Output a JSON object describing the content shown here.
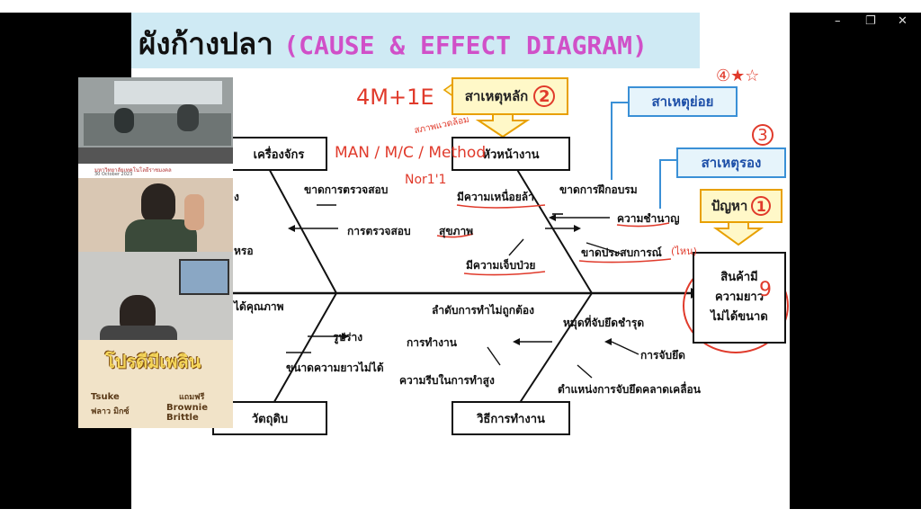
{
  "window": {
    "controls": [
      "–",
      "❐",
      "✕"
    ]
  },
  "slide": {
    "title_thai": "ผังก้างปลา",
    "title_en": "(CAUSE & EFFECT DIAGRAM)"
  },
  "callouts": {
    "main_cause": {
      "label": "สาเหตุหลัก",
      "number": "2"
    },
    "sub_cause": {
      "label": "สาเหตุย่อย"
    },
    "secondary_cause": {
      "label": "สาเหตุรอง",
      "number": "3"
    },
    "problem": {
      "label": "ปัญหา",
      "number": "1"
    }
  },
  "handwriting": {
    "four_m": "4M+1E",
    "env": "สภาพแวดล้อม",
    "mmm": "MAN / M/C / Method",
    "more": "Nor1'1",
    "stars": "④★☆",
    "nine": "9",
    "mai": "(ไหน)"
  },
  "bones": {
    "machine": "เครื่องจักร",
    "supervisor": "หัวหน้างาน",
    "material": "วัตถุดิบ",
    "method": "วิธีการทำงาน",
    "effect_line1": "สินค้ามี",
    "effect_line2": "ความยาว",
    "effect_line3": "ไม่ได้ขนาด"
  },
  "causes": {
    "m1": "ขาดการตรวจสอบ",
    "m2": "การตรวจสอบ",
    "m3": "ง",
    "m4": "หรอ",
    "s1": "มีความเหนื่อยล้า",
    "s2": "สุขภาพ",
    "s3": "มีความเจ็บป่วย",
    "s4": "ขาดการฝึกอบรม",
    "s5": "ความชำนาญ",
    "s6": "ขาดประสบการณ์",
    "mat1": "ได้คุณภาพ",
    "mat2": "รูปร่าง",
    "mat3": "ขนาดความยาวไม่ได้",
    "w1": "ลำดับการทำไม่ถูกต้อง",
    "w2": "การทำงาน",
    "w3": "ความรีบในการทำสูง",
    "w4": "หมุดที่จับยึดชำรุด",
    "w5": "การจับยึด",
    "w6": "ตำแหน่งการจับยึดคลาดเคลื่อน"
  },
  "video": {
    "meeting_header": "มหาวิทยาลัยเทคโนโลยีราชมงคล",
    "meeting_date": "30 October 2023",
    "promo_title": "โปรดีมีเพลิน",
    "promo_item1": "Tsuke",
    "promo_item2": "ฟลาว มิกซ์",
    "promo_item3": "Brownie Brittle",
    "promo_tag": "แถมฟรี"
  }
}
